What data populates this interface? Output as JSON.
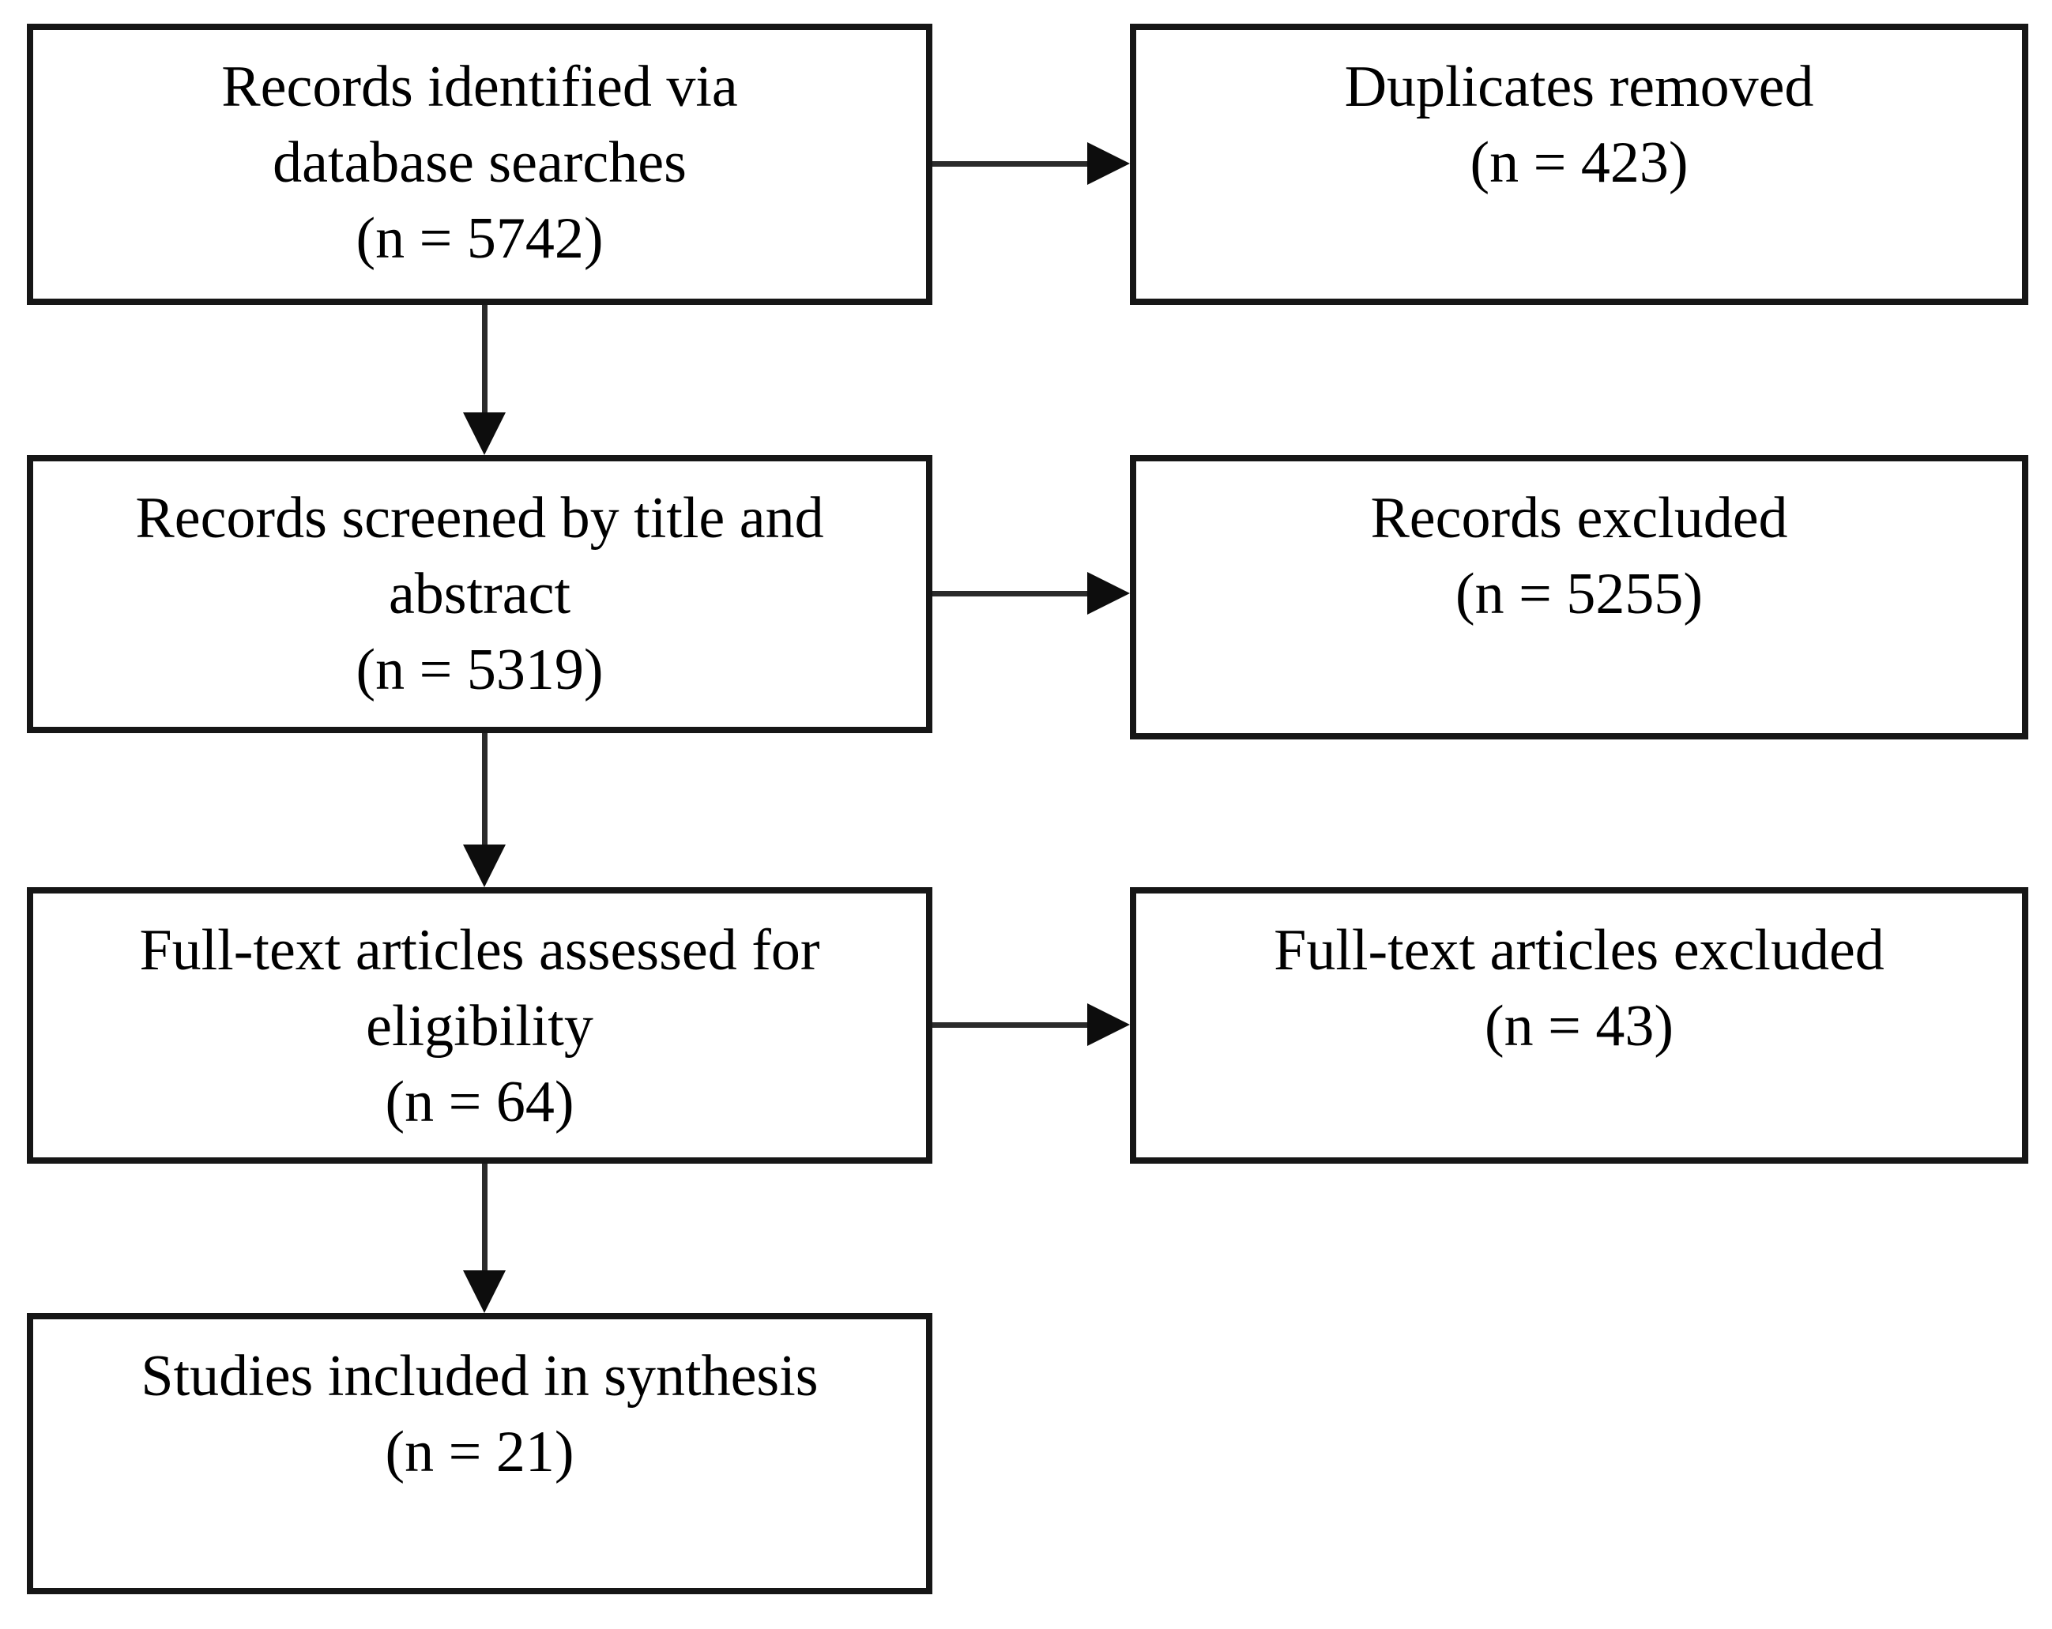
{
  "colors": {
    "background": "#ffffff",
    "box_border": "#161616",
    "text": "#000000",
    "arrow": "#0d0d0d"
  },
  "flow": {
    "left_column": [
      {
        "id": "records-identified",
        "n": 5742,
        "lines": [
          "Records identified via",
          "database searches",
          "(n = 5742)"
        ]
      },
      {
        "id": "records-screened",
        "n": 5319,
        "lines": [
          "Records screened by title and",
          "abstract",
          "(n = 5319)"
        ]
      },
      {
        "id": "fulltext-assessed",
        "n": 64,
        "lines": [
          "Full-text articles assessed for",
          "eligibility",
          "(n = 64)"
        ]
      },
      {
        "id": "studies-included",
        "n": 21,
        "lines": [
          "Studies included in synthesis",
          "(n = 21)"
        ]
      }
    ],
    "right_column": [
      {
        "id": "duplicates-removed",
        "n": 423,
        "lines": [
          "Duplicates removed",
          "(n = 423)"
        ]
      },
      {
        "id": "records-excluded",
        "n": 5255,
        "lines": [
          "Records excluded",
          "(n = 5255)"
        ]
      },
      {
        "id": "fulltext-excluded",
        "n": 43,
        "lines": [
          "Full-text articles excluded",
          "(n = 43)"
        ]
      }
    ]
  }
}
